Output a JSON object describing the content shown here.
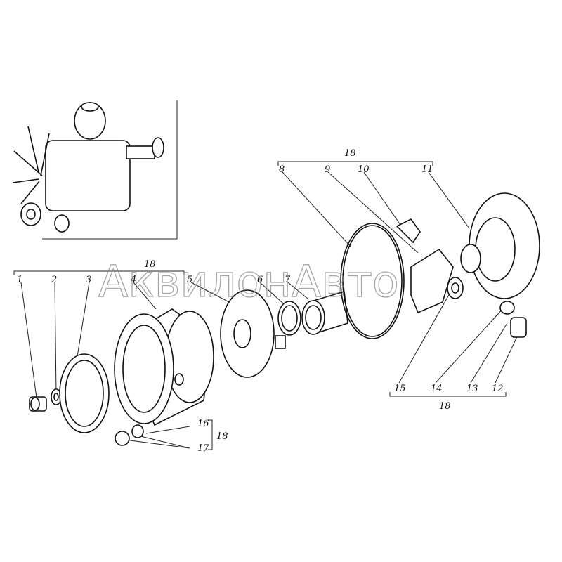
{
  "watermark": "АквилонАвто",
  "labels": {
    "l1": "1",
    "l2": "2",
    "l3": "3",
    "l4": "4",
    "l5": "5",
    "l6": "6",
    "l7": "7",
    "l8": "8",
    "l9": "9",
    "l10": "10",
    "l11": "11",
    "l12": "12",
    "l13": "13",
    "l14": "14",
    "l15": "15",
    "l16": "16",
    "l17": "17",
    "group_left": "18",
    "group_top": "18",
    "group_bottom": "18",
    "group_side": "18"
  }
}
